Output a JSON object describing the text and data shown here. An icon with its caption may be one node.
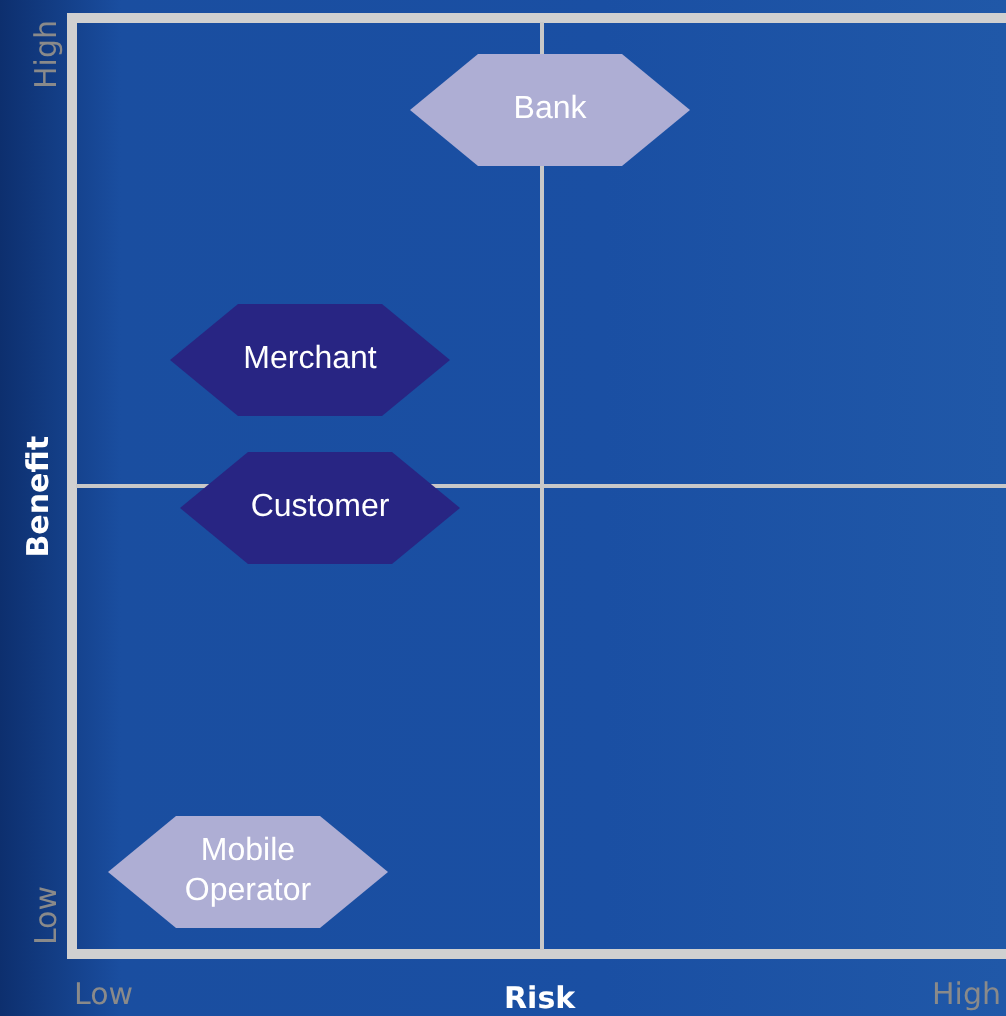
{
  "diagram": {
    "nodes": [
      {
        "text": [
          "Bank"
        ]
      },
      {
        "text": [
          "Merchant"
        ]
      },
      {
        "text": [
          "Customer"
        ]
      },
      {
        "text": [
          "Mobile Operator"
        ]
      }
    ],
    "labels": [
      "High",
      "Benefit",
      "Low",
      "Low",
      "Risk",
      "High"
    ]
  }
}
